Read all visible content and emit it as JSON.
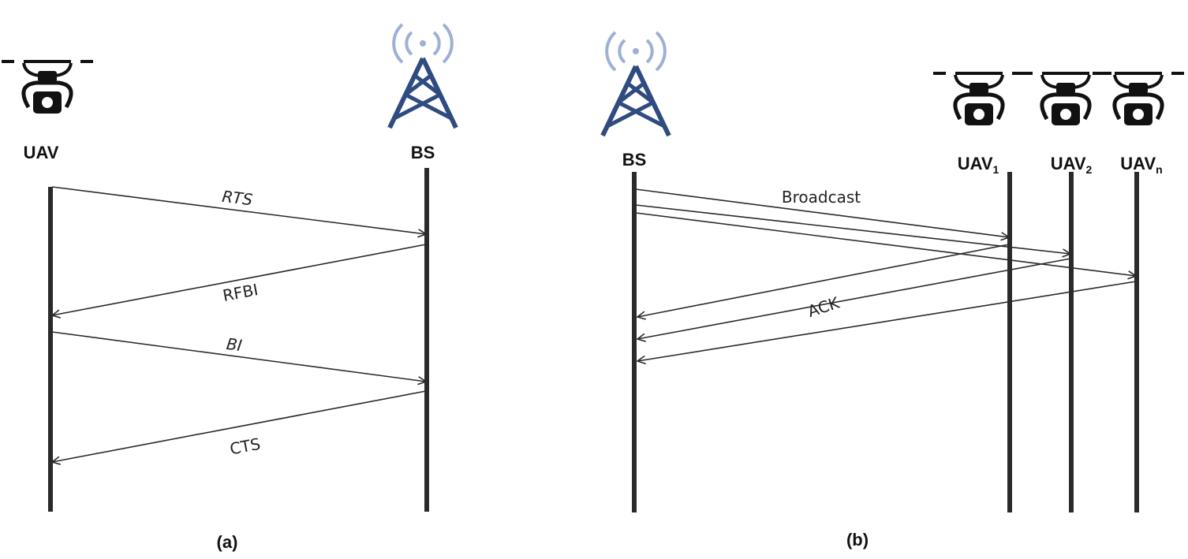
{
  "panel_a": {
    "caption": "(a)",
    "entities": {
      "uav": "UAV",
      "bs": "BS"
    },
    "messages": {
      "rts": "RTS",
      "rfbi": "RFBI",
      "bi": "BI",
      "cts": "CTS"
    }
  },
  "panel_b": {
    "caption": "(b)",
    "entities": {
      "bs": "BS",
      "uav1_base": "UAV",
      "uav1_sub": "1",
      "uav2_base": "UAV",
      "uav2_sub": "2",
      "uavn_base": "UAV",
      "uavn_sub": "n"
    },
    "messages": {
      "broadcast": "Broadcast",
      "ack": "ACK"
    }
  },
  "icons": [
    "drone-icon",
    "cell-tower-icon"
  ],
  "colors": {
    "tower": "#2f4b80",
    "signal": "#9db0d6",
    "line": "#2a2a2a",
    "drone": "#111111"
  }
}
